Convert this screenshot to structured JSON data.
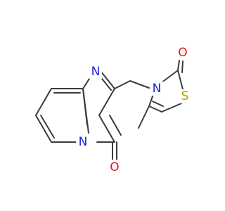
{
  "molecule": {
    "atoms": {
      "n_ring_bridge": {
        "symbol": "N",
        "color": "#2020e0"
      },
      "n_ring_top": {
        "symbol": "N",
        "color": "#2020e0"
      },
      "o_pyrimidinone": {
        "symbol": "O",
        "color": "#ee1111"
      },
      "n_thiazole": {
        "symbol": "N",
        "color": "#2020e0"
      },
      "o_thiazolone": {
        "symbol": "O",
        "color": "#ee1111"
      },
      "s_thiazole": {
        "symbol": "S",
        "color": "#b8a000"
      }
    },
    "bond_color": "#3b3b3b"
  }
}
